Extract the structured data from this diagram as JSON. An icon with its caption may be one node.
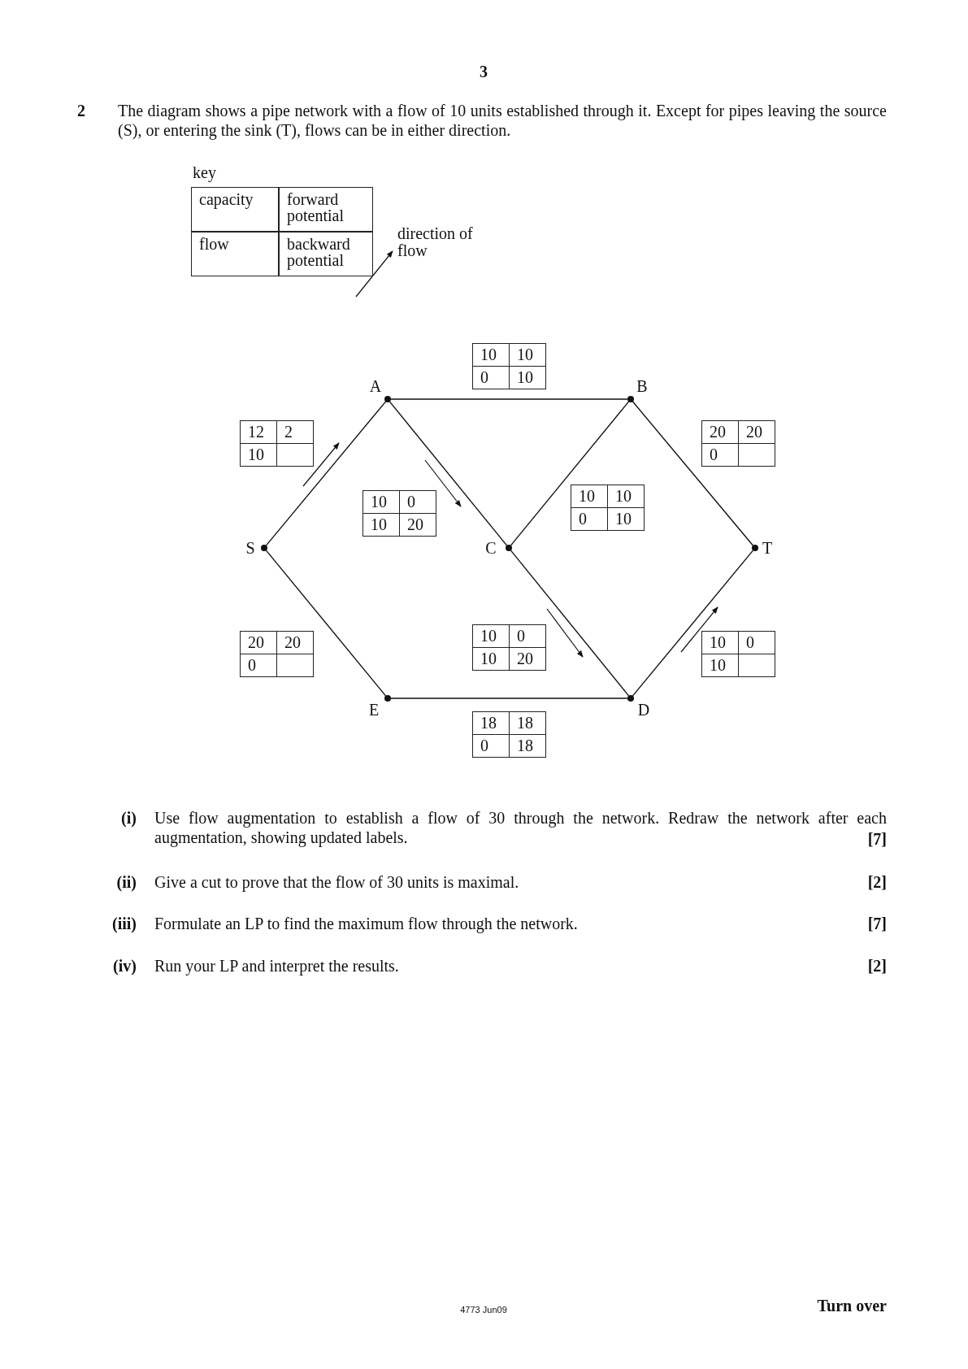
{
  "diagram": {
    "nodes": [
      {
        "text": [
          "A"
        ]
      },
      {
        "text": [
          "B"
        ]
      },
      {
        "text": [
          "S"
        ]
      },
      {
        "text": [
          "C"
        ]
      },
      {
        "text": [
          "T"
        ]
      },
      {
        "text": [
          "E"
        ]
      },
      {
        "text": [
          "D"
        ]
      }
    ],
    "edges": [
      {
        "from": 2,
        "to": 0,
        "arrow": "none"
      },
      {
        "from": 0,
        "to": 1,
        "arrow": "none"
      },
      {
        "from": 0,
        "to": 3,
        "arrow": "none"
      },
      {
        "from": 1,
        "to": 3,
        "arrow": "none"
      },
      {
        "from": 1,
        "to": 4,
        "arrow": "none"
      },
      {
        "from": 2,
        "to": 5,
        "arrow": "none"
      },
      {
        "from": 3,
        "to": 6,
        "arrow": "none"
      },
      {
        "from": 5,
        "to": 6,
        "arrow": "none"
      },
      {
        "from": 6,
        "to": 4,
        "arrow": "none"
      }
    ],
    "labels": [
      "3",
      "2",
      "The diagram shows a pipe network with a flow of 10 units established through it. Except for pipes leaving the source (S), or entering the sink (T), flows can be in either direction.",
      "key",
      "capacity",
      "forward potential",
      "flow",
      "backward potential",
      "direction of flow",
      "10",
      "10",
      "0",
      "10",
      "12",
      "2",
      "10",
      "20",
      "20",
      "0",
      "10",
      "0",
      "10",
      "20",
      "10",
      "10",
      "0",
      "10",
      "20",
      "20",
      "0",
      "10",
      "0",
      "10",
      "20",
      "10",
      "0",
      "10",
      "18",
      "18",
      "0",
      "18",
      "(i)",
      "Use flow augmentation to establish a flow of 30 through the network. Redraw the network after each augmentation, showing updated labels.",
      "[7]",
      "(ii)",
      "Give a cut to prove that the flow of 30 units is maximal.",
      "[2]",
      "(iii)",
      "Formulate an LP to find the maximum flow through the network.",
      "[7]",
      "(iv)",
      "Run your LP and interpret the results.",
      "[2]",
      "4773 Jun09",
      "Turn over"
    ]
  }
}
